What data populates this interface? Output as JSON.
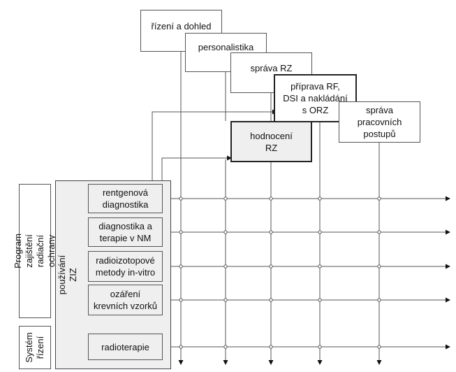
{
  "top_boxes": {
    "rizeni": "řízení a dohled",
    "personalistika": "personalistika",
    "sprava_rz": "správa RZ",
    "priprava": "příprava RF,\nDSI a nakládání\ns ORZ",
    "hodnoceni": "hodnocení\nRZ",
    "sprava_postupu": "správa\npracovních\npostupů"
  },
  "left_labels": {
    "program": "Program zajištění\nradiační ochrany",
    "system": "Systém\nřízení",
    "pouzivani": "používání ZIZ"
  },
  "activities": [
    "rentgenová\ndiagnostika",
    "diagnostika a\nterapie v NM",
    "radioizotopové\nmetody in-vitro",
    "ozáření\nkrevních vzorků",
    "radioterapie"
  ]
}
